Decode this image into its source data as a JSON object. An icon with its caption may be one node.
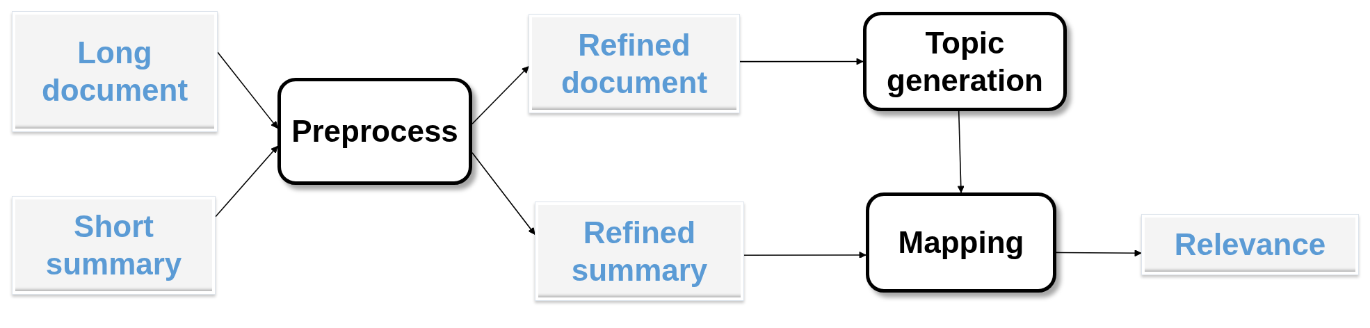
{
  "diagram": {
    "nodes": [
      {
        "text": [
          "Long document"
        ]
      },
      {
        "text": [
          "Short summary"
        ]
      },
      {
        "text": [
          "Preprocess"
        ]
      },
      {
        "text": [
          "Refined document"
        ]
      },
      {
        "text": [
          "Refined summary"
        ]
      },
      {
        "text": [
          "Topic generation"
        ]
      },
      {
        "text": [
          "Mapping"
        ]
      },
      {
        "text": [
          "Relevance"
        ]
      }
    ],
    "edges": [
      {
        "from": 0,
        "to": 2,
        "arrow": "to"
      },
      {
        "from": 1,
        "to": 2,
        "arrow": "to"
      },
      {
        "from": 2,
        "to": 3,
        "arrow": "to"
      },
      {
        "from": 2,
        "to": 4,
        "arrow": "to"
      },
      {
        "from": 3,
        "to": 5,
        "arrow": "to"
      },
      {
        "from": 4,
        "to": 6,
        "arrow": "to"
      },
      {
        "from": 5,
        "to": 6,
        "arrow": "to"
      },
      {
        "from": 6,
        "to": 7,
        "arrow": "to"
      }
    ]
  }
}
